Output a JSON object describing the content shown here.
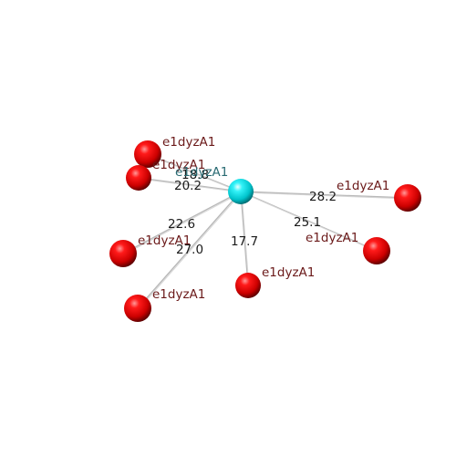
{
  "colors": {
    "background": "#ffffff",
    "center_node": "#00e5ee",
    "outer_node": "#ee0000",
    "edge": "#b8b8b8",
    "node_label": "#6b1a1a",
    "center_label": "#2a6b73",
    "distance_label": "#1a1a1a"
  },
  "center": {
    "label": "e1dyzA1"
  },
  "neighbors": [
    {
      "label": "e1dyzA1",
      "distance": "18.8"
    },
    {
      "label": "e1dyzA1",
      "distance": "20.2"
    },
    {
      "label": "e1dyzA1",
      "distance": "28.2"
    },
    {
      "label": "e1dyzA1",
      "distance": "22.6"
    },
    {
      "label": "e1dyzA1",
      "distance": "25.1"
    },
    {
      "label": "e1dyzA1",
      "distance": "17.7"
    },
    {
      "label": "e1dyzA1",
      "distance": "27.0"
    }
  ]
}
